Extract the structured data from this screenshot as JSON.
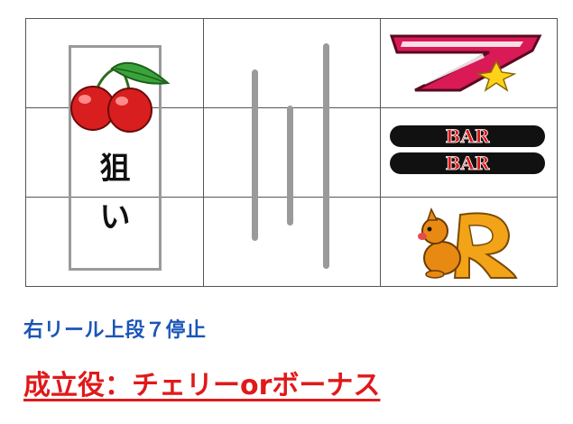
{
  "reel_panel": {
    "left_reel": {
      "aim_text": "狙い",
      "symbol_icons": [
        "cherry-icon"
      ]
    },
    "middle_reel": {
      "state": "spinning"
    },
    "right_reel": {
      "symbol_icons": [
        "red-seven-icon",
        "double-bar-icon",
        "squirrel-r-icon"
      ],
      "bar_text": "BAR"
    }
  },
  "caption": "右リール上段７停止",
  "result": "成立役：チェリーorボーナス",
  "colors": {
    "caption": "#1b55b8",
    "result": "#e0191a",
    "grid": "#555555",
    "aim_box": "#9a9a9a"
  }
}
